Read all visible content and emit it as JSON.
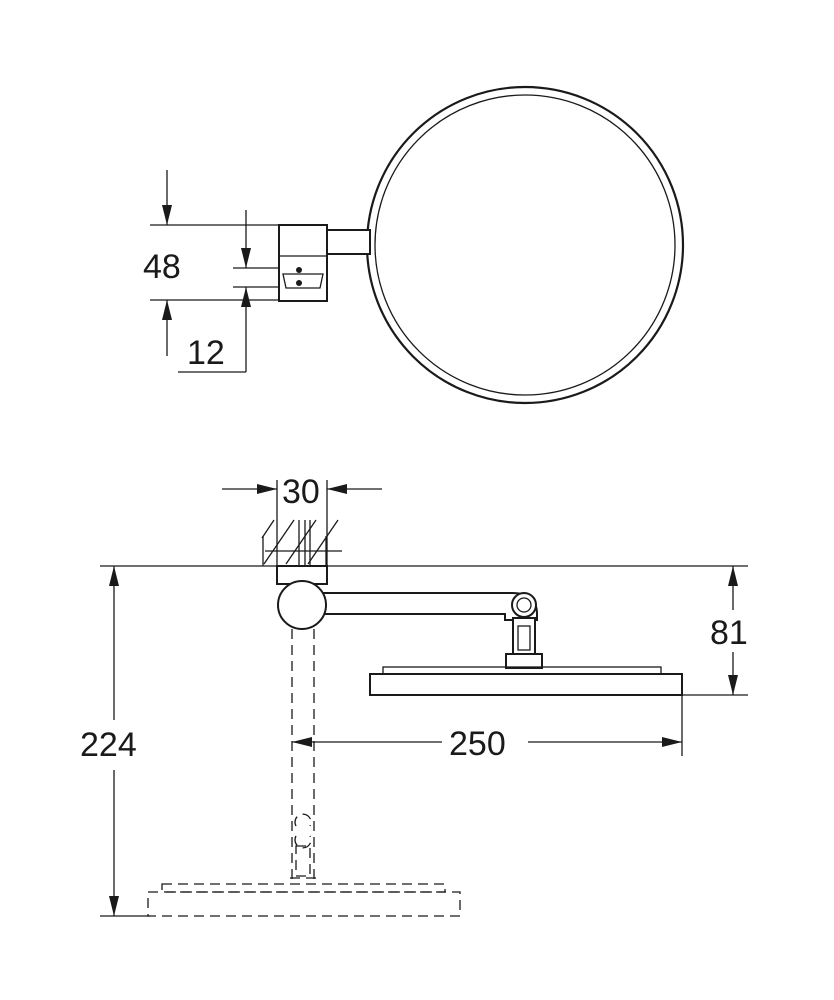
{
  "dimensions": {
    "mount_height": "48",
    "mount_offset": "12",
    "mount_width": "30",
    "mirror_depth": "81",
    "arm_reach": "250",
    "total_height": "224"
  },
  "colors": {
    "line": "#1a1a1a",
    "background": "#ffffff"
  }
}
